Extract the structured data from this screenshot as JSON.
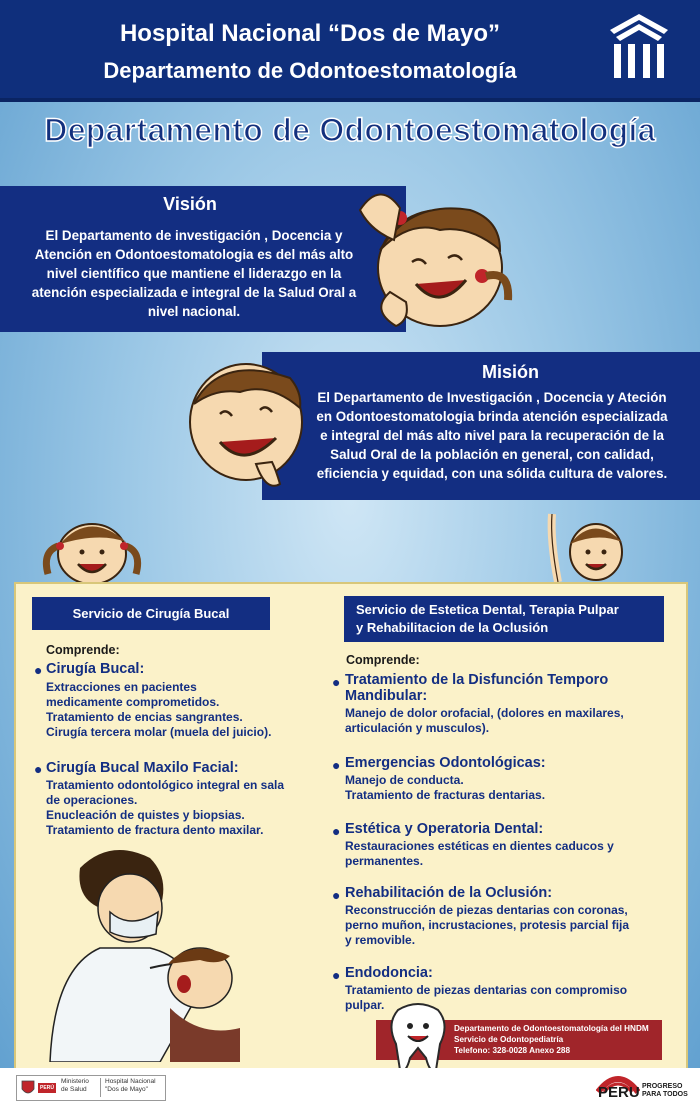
{
  "header": {
    "line1": "Hospital Nacional “Dos de Mayo”",
    "line2": "Departamento de Odontoestomatología"
  },
  "main_title": "Departamento de Odontoestomatología",
  "vision": {
    "title": "Visión",
    "lines": [
      "El Departamento de investigación , Docencia y",
      "Atención en Odontoestomatologia es del más alto",
      "nivel científico que mantiene el liderazgo en la",
      "atención especializada e integral de la Salud Oral a",
      "nivel nacional."
    ]
  },
  "mision": {
    "title": "Misión",
    "lines": [
      "El Departamento de Investigación , Docencia y Ateción",
      "en Odontoestomatologia brinda atención especializada",
      "e integral del más alto nivel para la recuperación de la",
      "Salud Oral de la población en general, con calidad,",
      "eficiencia y equidad, con una sólida cultura de valores."
    ]
  },
  "services": {
    "left": {
      "header": "Servicio de Cirugía Bucal",
      "comprende": "Comprende:",
      "items": [
        {
          "title": "Cirugía Bucal:",
          "lines": [
            "Extracciones en pacientes",
            "medicamente comprometidos.",
            "Tratamiento de encias sangrantes.",
            "Cirugía tercera molar (muela del juicio)."
          ]
        },
        {
          "title": "Cirugía Bucal Maxilo Facial:",
          "lines": [
            "Tratamiento odontológico integral en sala",
            "de operaciones.",
            "Enucleación de quistes y biopsias.",
            "Tratamiento de fractura dento maxilar."
          ]
        }
      ]
    },
    "right": {
      "header_lines": [
        "Servicio de Estetica Dental, Terapia Pulpar",
        "y Rehabilitacion de la Oclusión"
      ],
      "comprende": "Comprende:",
      "items": [
        {
          "title_lines": [
            "Tratamiento de la Disfunción Temporo",
            "Mandibular:"
          ],
          "lines": [
            "Manejo de dolor orofacial, (dolores en maxilares,",
            "articulación y musculos)."
          ]
        },
        {
          "title_lines": [
            "Emergencias Odontológicas:"
          ],
          "lines": [
            "Manejo de conducta.",
            "Tratamiento de fracturas dentarias."
          ]
        },
        {
          "title_lines": [
            "Estética y Operatoria Dental:"
          ],
          "lines": [
            "Restauraciones estéticas en dientes caducos y",
            "permanentes."
          ]
        },
        {
          "title_lines": [
            "Rehabilitación de la Oclusión:"
          ],
          "lines": [
            "Reconstrucción de piezas dentarias con coronas,",
            "perno muñon, incrustaciones, protesis parcial fija",
            "y removible."
          ]
        },
        {
          "title_lines": [
            "Endodoncia:"
          ],
          "lines": [
            "Tratamiento de piezas dentarias con compromiso",
            "pulpar."
          ]
        }
      ]
    }
  },
  "footer": {
    "lines": [
      "Departamento de Odontoestomatología del HNDM",
      "Servicio de Odontopediatría",
      "Telefono: 328-0028 Anexo 288"
    ],
    "ministerio": [
      "Ministerio",
      "de Salud"
    ],
    "peru_small": "PERÚ",
    "hospital": [
      "Hospital Nacional",
      "\"Dos de Mayo\""
    ],
    "peru_brand": "PERU",
    "peru_tagline": [
      "PROGRESO",
      "PARA TODOS"
    ]
  },
  "colors": {
    "navy": "#132e82",
    "header": "#0f2f7c",
    "panel": "#fbf2c9",
    "footer_red": "#a0252a"
  }
}
